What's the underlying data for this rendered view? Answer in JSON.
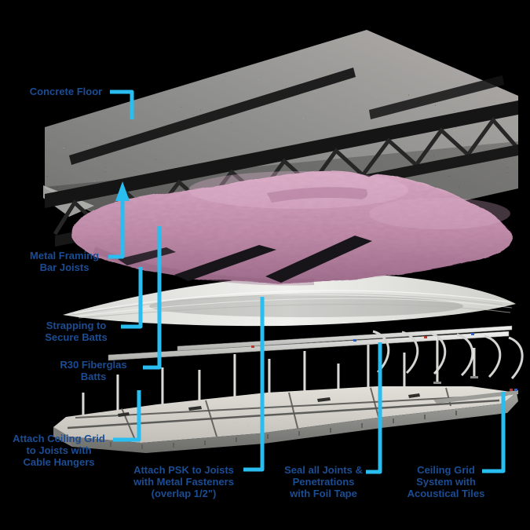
{
  "labels": {
    "concrete_floor": "Concrete Floor",
    "metal_framing": "Metal Framing\nBar Joists",
    "strapping": "Strapping to\nSecure Batts",
    "r30_batts": "R30 Fiberglas\nBatts",
    "attach_grid": "Attach Ceiling Grid\nto Joists with\nCable Hangers",
    "attach_psk": "Attach PSK to Joists\nwith Metal Fasteners\n(overlap 1/2\")",
    "seal_joints": "Seal all Joints &\nPenetrations\nwith Foil Tape",
    "ceiling_grid": "Ceiling Grid\nSystem with\nAcoustical Tiles"
  },
  "colors": {
    "background": "#000000",
    "label_text": "#1b4d94",
    "callout_line": "#29bdf0",
    "insulation_pink": "#c48fae",
    "concrete_gray": "#8f8d8a",
    "metal_gray": "#cfcfcc"
  }
}
